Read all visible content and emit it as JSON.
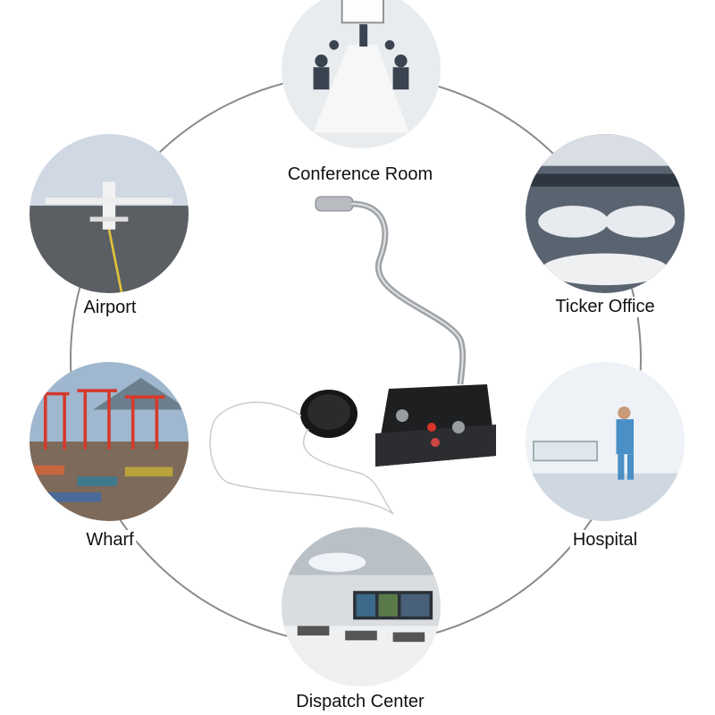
{
  "scenes": [
    {
      "label": "Conference Room"
    },
    {
      "label": "Airport"
    },
    {
      "label": "Ticker Office"
    },
    {
      "label": "Wharf"
    },
    {
      "label": "Hospital"
    },
    {
      "label": "Dispatch Center"
    }
  ]
}
